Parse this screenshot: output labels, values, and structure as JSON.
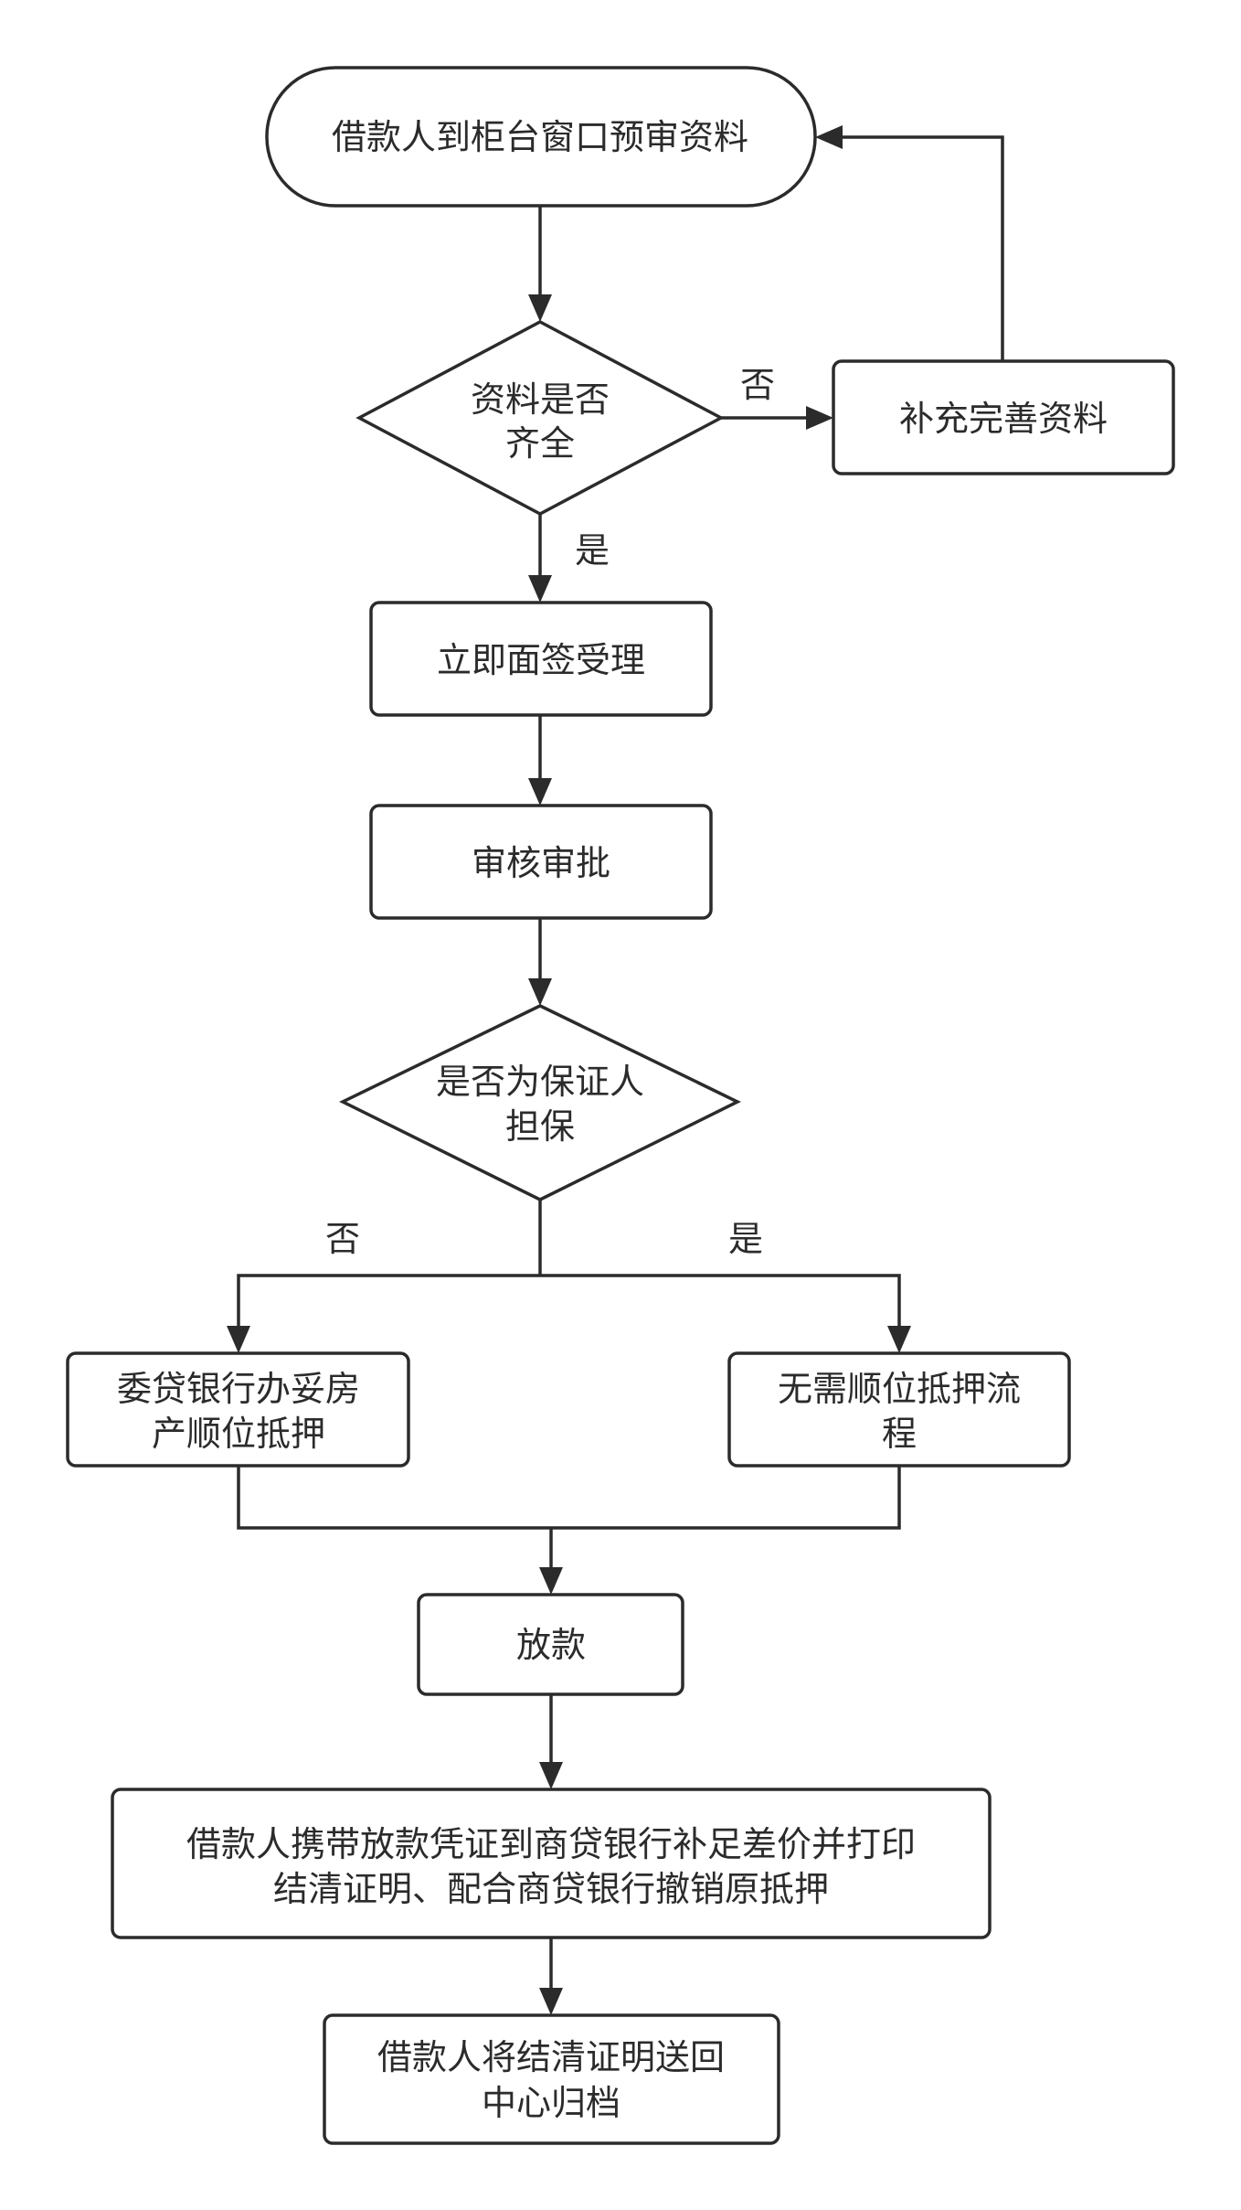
{
  "nodes": {
    "start": {
      "lines": [
        "借款人到柜台窗口预审资料"
      ]
    },
    "check_docs": {
      "lines": [
        "资料是否",
        "齐全"
      ]
    },
    "supplement": {
      "lines": [
        "补充完善资料"
      ]
    },
    "accept": {
      "lines": [
        "立即面签受理"
      ]
    },
    "review": {
      "lines": [
        "审核审批"
      ]
    },
    "guarantor": {
      "lines": [
        "是否为保证人",
        "担保"
      ]
    },
    "mortgage": {
      "lines": [
        "委贷银行办妥房",
        "产顺位抵押"
      ]
    },
    "no_mortgage": {
      "lines": [
        "无需顺位抵押流",
        "程"
      ]
    },
    "disburse": {
      "lines": [
        "放款"
      ]
    },
    "settle": {
      "lines": [
        "借款人携带放款凭证到商贷银行补足差价并打印",
        "结清证明、配合商贷银行撤销原抵押"
      ]
    },
    "archive": {
      "lines": [
        "借款人将结清证明送回",
        "中心归档"
      ]
    }
  },
  "edge_labels": {
    "docs_no": "否",
    "docs_yes": "是",
    "guarantor_no": "否",
    "guarantor_yes": "是"
  },
  "colors": {
    "stroke": "#2b2b2b",
    "background": "#ffffff"
  }
}
